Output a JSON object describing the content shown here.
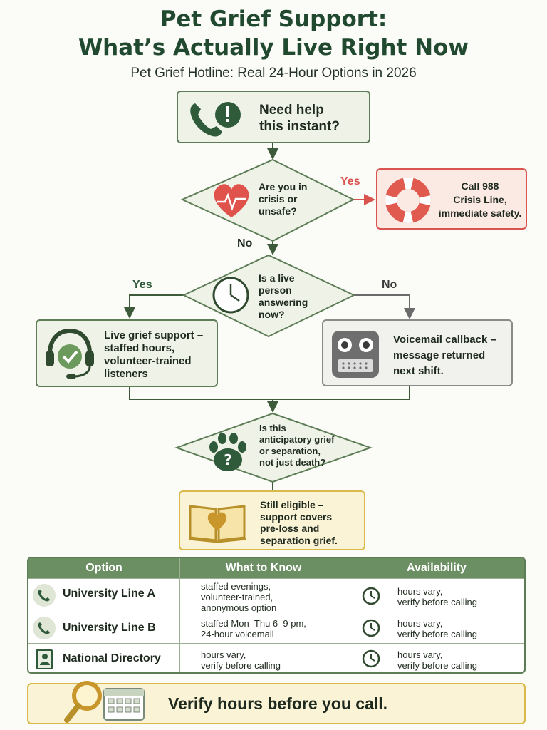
{
  "header": {
    "title_line1": "Pet Grief Support:",
    "title_line2": "What’s Actually Live Right Now",
    "subtitle": "Pet Grief Hotline: Real 24-Hour Options in 2026"
  },
  "flow": {
    "start": {
      "line1": "Need help",
      "line2": "this instant?"
    },
    "crisis_question": {
      "line1": "Are you in",
      "line2": "crisis or",
      "line3": "unsafe?"
    },
    "crisis_yes_label": "Yes",
    "crisis_no_label": "No",
    "crisis_action": {
      "line1": "Call 988",
      "line2": "Crisis Line,",
      "line3": "immediate safety."
    },
    "live_question": {
      "line1": "Is a live",
      "line2": "person",
      "line3": "answering",
      "line4": "now?"
    },
    "live_yes_label": "Yes",
    "live_no_label": "No",
    "live_support": {
      "line1": "Live grief support –",
      "line2": "staffed hours,",
      "line3": "volunteer-trained",
      "line4": "listeners"
    },
    "voicemail": {
      "line1": "Voicemail callback –",
      "line2": "message returned",
      "line3": "next shift."
    },
    "anticipatory_question": {
      "line1": "Is this",
      "line2": "anticipatory grief",
      "line3": "or separation,",
      "line4": "not just death?"
    },
    "eligible": {
      "line1": "Still eligible –",
      "line2": "support covers",
      "line3": "pre-loss and",
      "line4": "separation grief."
    }
  },
  "table": {
    "headers": [
      "Option",
      "What to Know",
      "Availability"
    ],
    "rows": [
      {
        "icon": "phone-icon",
        "name": "University Line A",
        "know": [
          "staffed evenings,",
          "volunteer-trained,",
          "anonymous option"
        ],
        "availability": [
          "hours vary,",
          "verify before calling"
        ]
      },
      {
        "icon": "phone-icon",
        "name": "University Line B",
        "know": [
          "staffed Mon–Thu 6–9 pm,",
          "24-hour voicemail"
        ],
        "availability": [
          "hours vary,",
          "verify before calling"
        ]
      },
      {
        "icon": "directory-book-icon",
        "name": "National Directory",
        "know": [
          "hours vary,",
          "verify before calling"
        ],
        "availability": [
          "hours vary,",
          "verify before calling"
        ]
      }
    ]
  },
  "callout": {
    "text": "Verify hours before you call."
  },
  "colors": {
    "green_dark": "#20492f",
    "green": "#5c7d55",
    "green_header": "#6b8f62",
    "red": "#d9534f",
    "gold": "#d8b949"
  }
}
